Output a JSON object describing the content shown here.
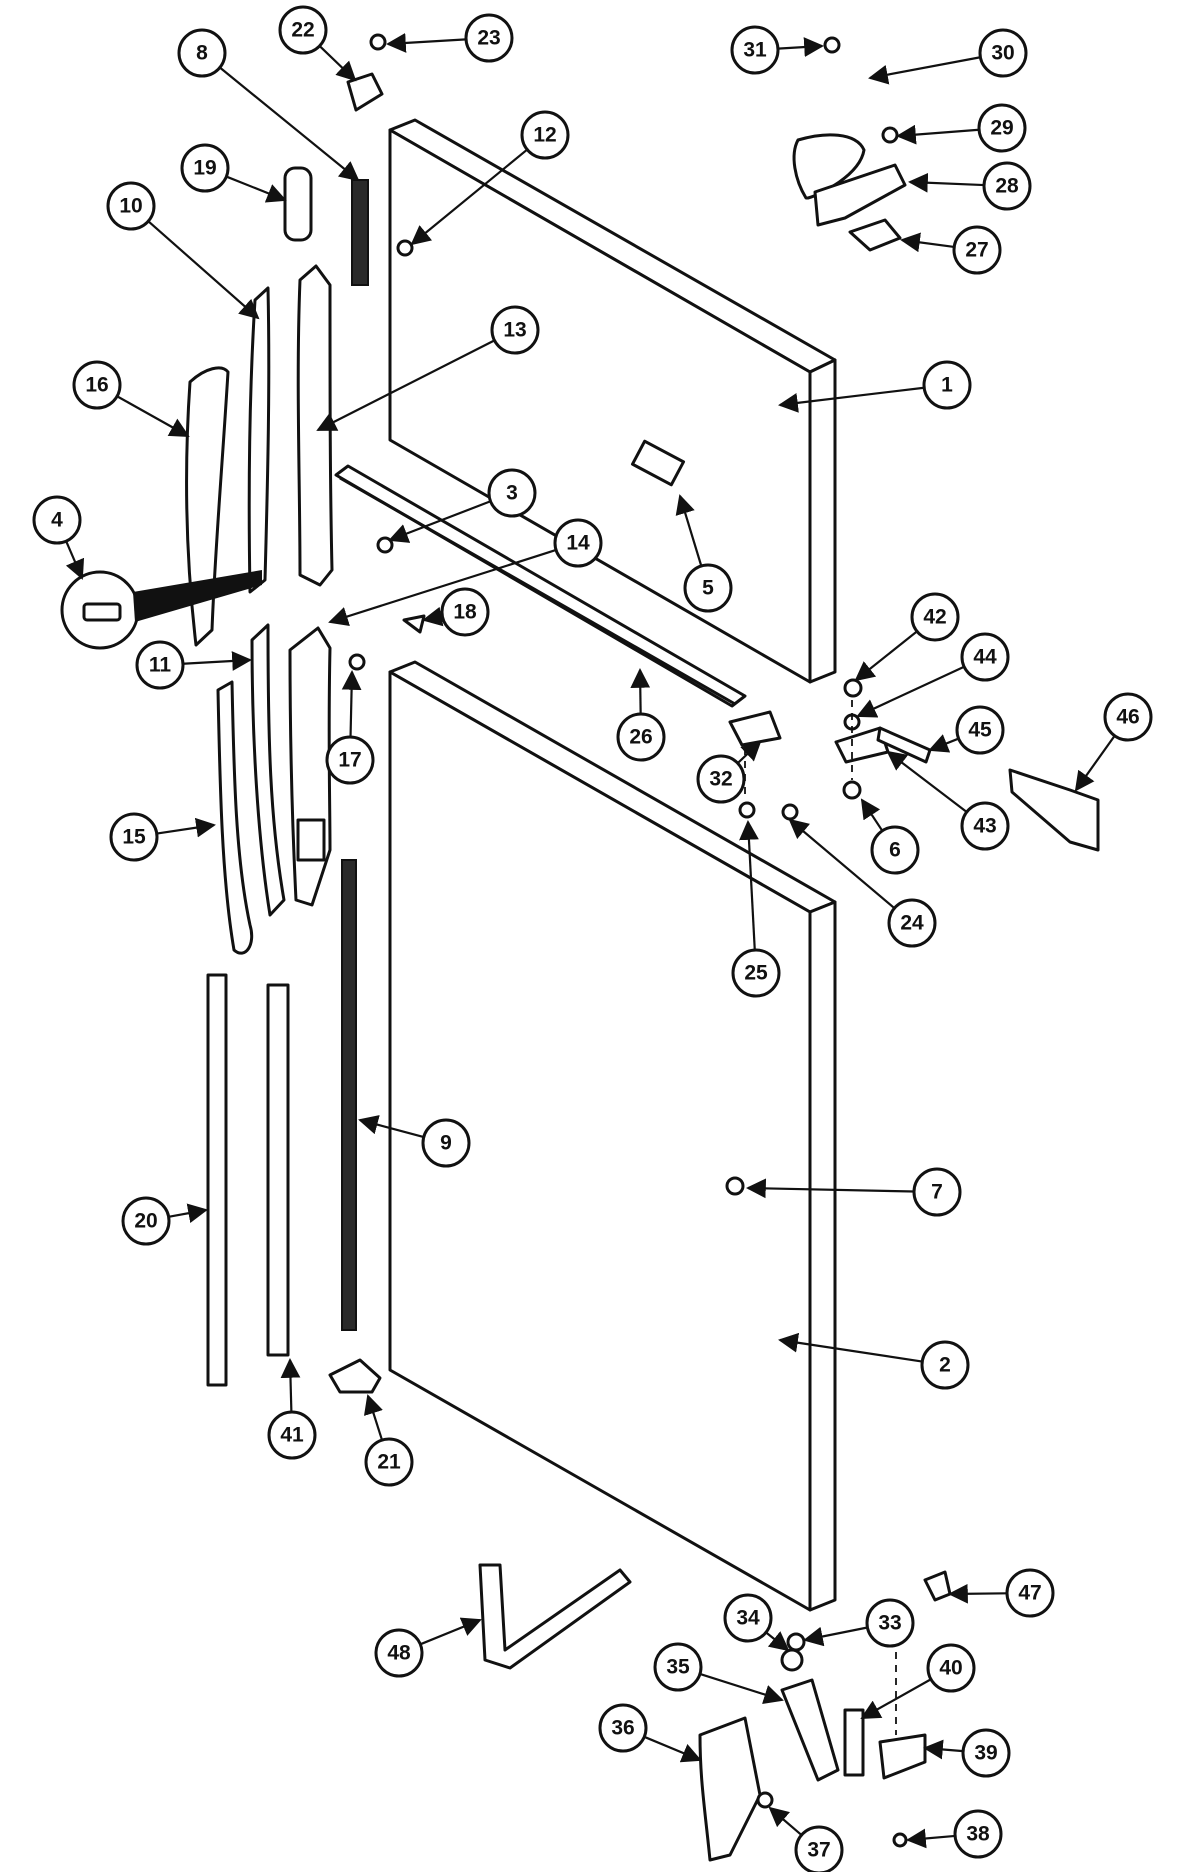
{
  "diagram": {
    "colors": {
      "ink": "#111111",
      "paper": "#ffffff"
    },
    "callouts": [
      "1",
      "2",
      "3",
      "4",
      "5",
      "6",
      "7",
      "8",
      "9",
      "10",
      "11",
      "12",
      "13",
      "14",
      "15",
      "16",
      "17",
      "18",
      "19",
      "20",
      "21",
      "22",
      "23",
      "24",
      "25",
      "26",
      "27",
      "28",
      "29",
      "30",
      "31",
      "32",
      "33",
      "34",
      "35",
      "36",
      "37",
      "38",
      "39",
      "40",
      "41",
      "42",
      "43",
      "44",
      "45",
      "46",
      "47",
      "48"
    ]
  }
}
